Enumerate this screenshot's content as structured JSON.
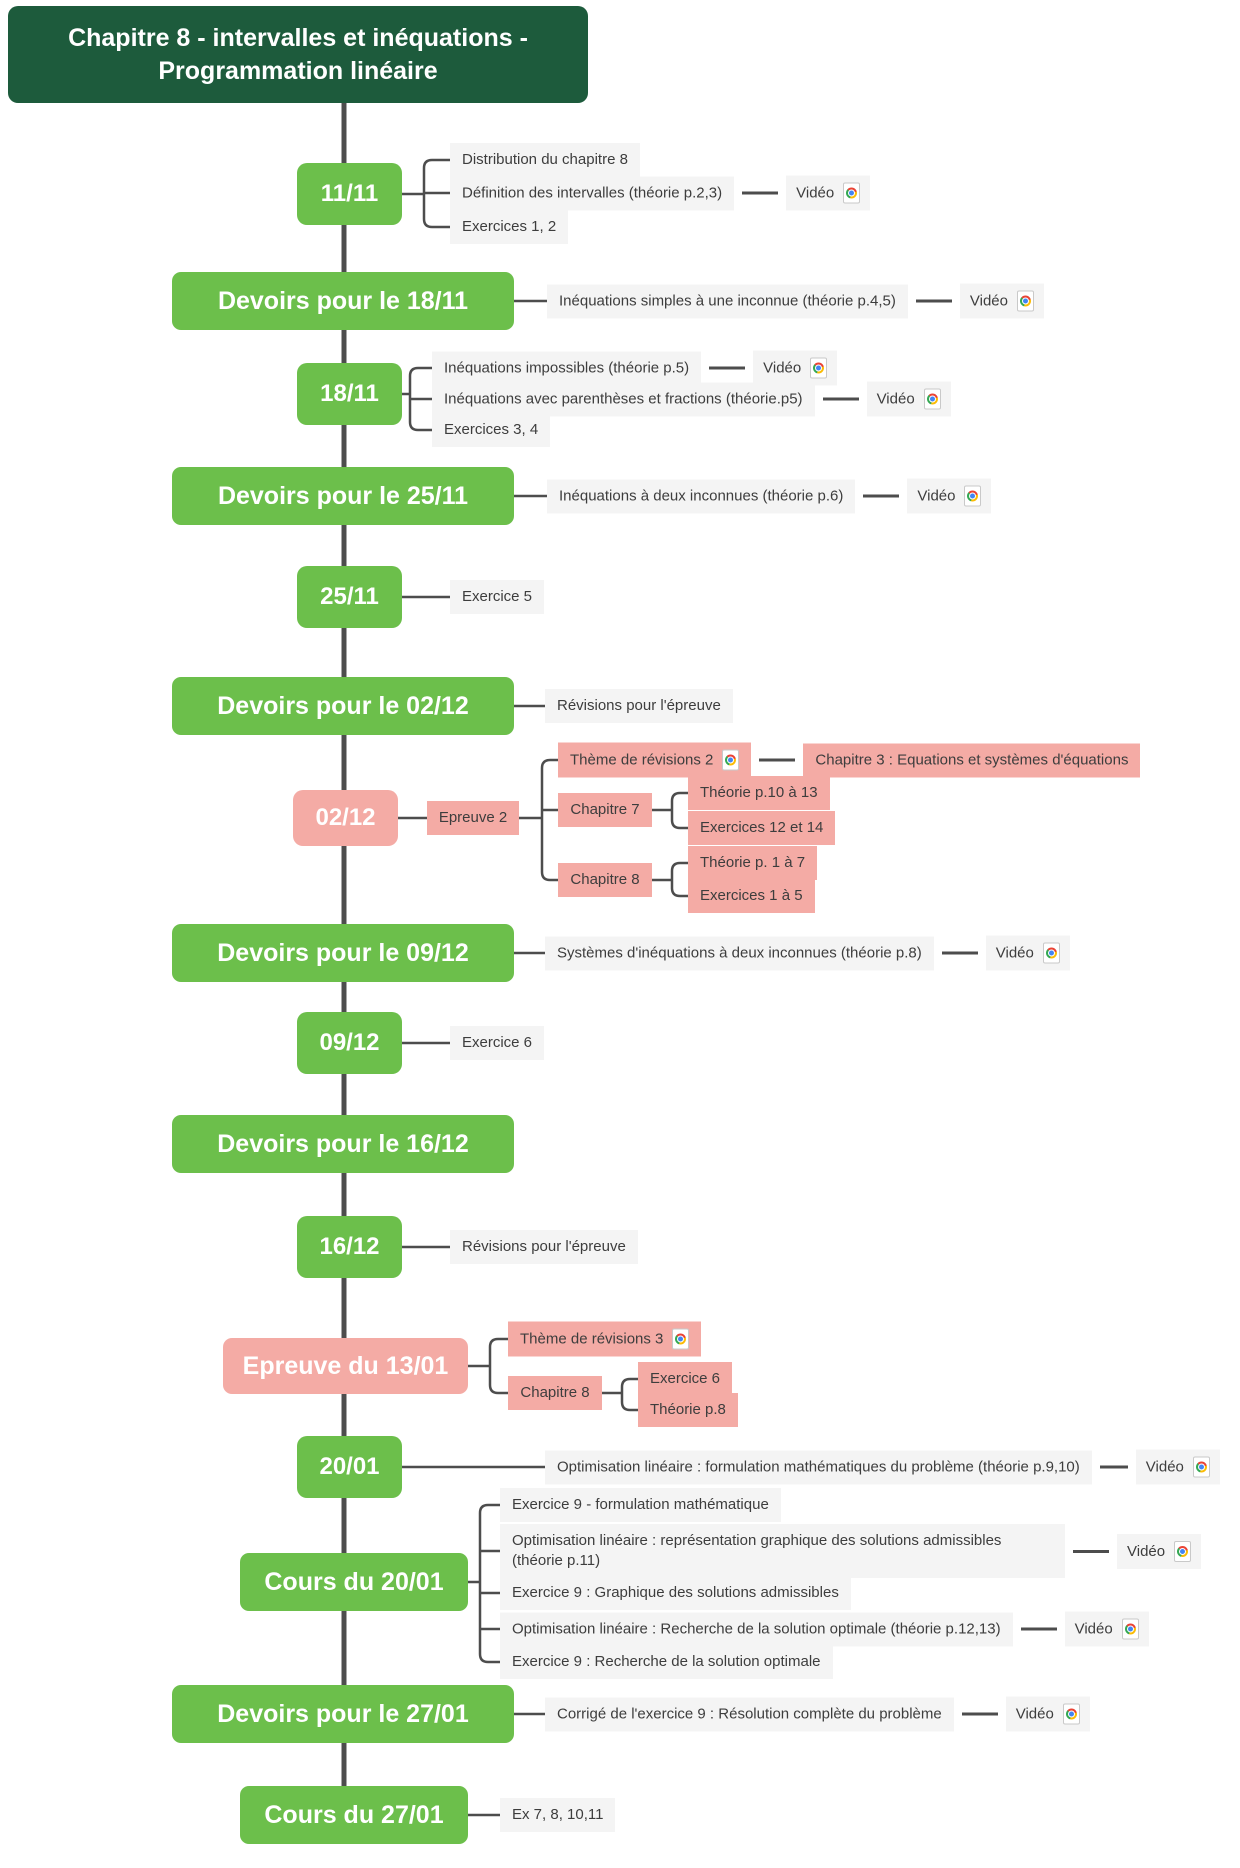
{
  "title": {
    "line1": "Chapitre 8 - intervalles et inéquations -",
    "line2": "Programmation linéaire"
  },
  "video_label": "Vidéo",
  "colors": {
    "header_green": "#1d5b3c",
    "node_green": "#6cbf4b",
    "node_pink": "#f4aba5",
    "leaf_gray": "#f4f4f4",
    "line_gray": "#4d4d4d",
    "text_dark": "#3d3d3d"
  },
  "sections": [
    {
      "label": "11/11",
      "items": [
        "Distribution du chapitre 8",
        "Définition des intervalles (théorie p.2,3)",
        "Exercices 1, 2"
      ]
    },
    {
      "label": "Devoirs pour le 18/11",
      "items": [
        "Inéquations simples à une inconnue (théorie p.4,5)"
      ]
    },
    {
      "label": "18/11",
      "items": [
        "Inéquations impossibles (théorie p.5)",
        "Inéquations avec parenthèses et fractions (théorie.p5)",
        "Exercices 3, 4"
      ]
    },
    {
      "label": "Devoirs pour le 25/11",
      "items": [
        "Inéquations à deux inconnues (théorie p.6)"
      ]
    },
    {
      "label": "25/11",
      "items": [
        "Exercice 5"
      ]
    },
    {
      "label": "Devoirs pour le 02/12",
      "items": [
        "Révisions pour l'épreuve"
      ]
    },
    {
      "label": "02/12",
      "exam": {
        "root": "Epreuve 2",
        "theme": "Thème de révisions 2",
        "theme_target": "Chapitre 3 : Equations et systèmes d'équations",
        "ch7": {
          "label": "Chapitre 7",
          "items": [
            "Théorie p.10 à 13",
            "Exercices 12 et 14"
          ]
        },
        "ch8": {
          "label": "Chapitre 8",
          "items": [
            "Théorie p. 1 à 7",
            "Exercices 1 à 5"
          ]
        }
      }
    },
    {
      "label": "Devoirs pour le 09/12",
      "items": [
        "Systèmes d'inéquations à deux inconnues (théorie p.8)"
      ]
    },
    {
      "label": "09/12",
      "items": [
        "Exercice 6"
      ]
    },
    {
      "label": "Devoirs pour le 16/12",
      "items": []
    },
    {
      "label": "16/12",
      "items": [
        "Révisions pour l'épreuve"
      ]
    },
    {
      "label": "Epreuve du 13/01",
      "exam": {
        "theme": "Thème de révisions 3",
        "ch8": {
          "label": "Chapitre 8",
          "items": [
            "Exercice 6",
            "Théorie p.8"
          ]
        }
      }
    },
    {
      "label": "20/01",
      "items": [
        "Optimisation linéaire : formulation mathématiques du problème (théorie p.9,10)"
      ]
    },
    {
      "label": "Cours du 20/01",
      "items": [
        "Exercice 9 - formulation mathématique",
        "Optimisation linéaire : représentation graphique des solutions admissibles (théorie p.11)",
        "Exercice 9 : Graphique des solutions admissibles",
        "Optimisation linéaire : Recherche de la solution optimale (théorie p.12,13)",
        "Exercice 9 : Recherche de la solution optimale"
      ]
    },
    {
      "label": "Devoirs pour le 27/01",
      "items": [
        "Corrigé de l'exercice 9 : Résolution complète du problème"
      ]
    },
    {
      "label": "Cours du 27/01",
      "items": [
        "Ex 7, 8, 10,11"
      ]
    }
  ]
}
